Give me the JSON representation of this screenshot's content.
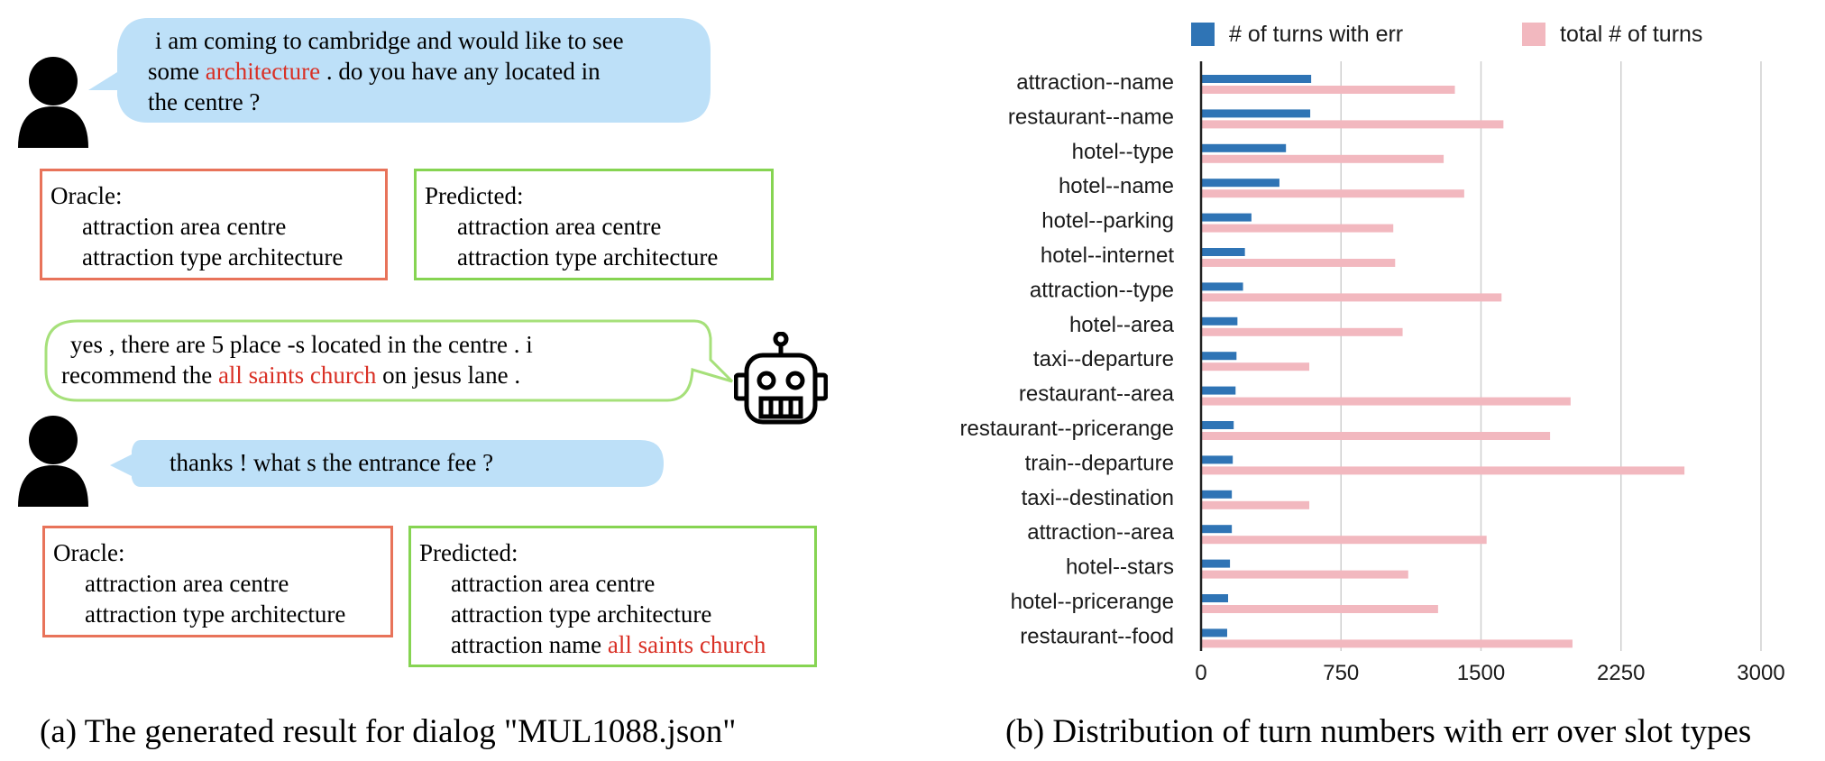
{
  "left_panel": {
    "turn1": {
      "user_text_parts": [
        "i am coming to cambridge and would like to see",
        "some ",
        "architecture",
        " . do you have any located in",
        "the centre ?"
      ],
      "oracle": {
        "title": "Oracle:",
        "lines": [
          "attraction area centre",
          "attraction type architecture"
        ]
      },
      "predicted": {
        "title": "Predicted:",
        "lines": [
          "attraction area centre",
          "attraction type architecture"
        ]
      }
    },
    "system_turn": {
      "text_parts": [
        "yes , there are 5 place -s located in the centre . i",
        "recommend the ",
        "all saints church",
        " on jesus lane ."
      ]
    },
    "turn2": {
      "user_text": "thanks ! what s the entrance fee ?",
      "oracle": {
        "title": "Oracle:",
        "lines": [
          "attraction area centre",
          "attraction type architecture"
        ]
      },
      "predicted": {
        "title": "Predicted:",
        "lines": [
          "attraction area centre",
          "attraction type architecture"
        ],
        "last_prefix": "attraction name ",
        "last_highlight": "all saints church"
      }
    },
    "caption": "(a) The generated result for dialog \"MUL1088.json\"",
    "colors": {
      "user_bubble": "#bde0f8",
      "system_bubble_border": "#a6e07a",
      "highlight": "#d93025",
      "oracle_border": "#e8735a",
      "predicted_border": "#86d452"
    }
  },
  "right_panel": {
    "caption": "(b) Distribution of turn numbers with err over slot types"
  },
  "chart_data": {
    "type": "bar",
    "orientation": "horizontal",
    "categories": [
      "attraction--name",
      "restaurant--name",
      "hotel--type",
      "hotel--name",
      "hotel--parking",
      "hotel--internet",
      "attraction--type",
      "hotel--area",
      "taxi--departure",
      "restaurant--area",
      "restaurant--pricerange",
      "train--departure",
      "taxi--destination",
      "attraction--area",
      "hotel--stars",
      "hotel--pricerange",
      "restaurant--food"
    ],
    "series": [
      {
        "name": "# of turns with err",
        "color": "#2f74b5",
        "values": [
          590,
          585,
          455,
          420,
          270,
          235,
          225,
          195,
          190,
          185,
          175,
          170,
          165,
          165,
          155,
          145,
          140
        ]
      },
      {
        "name": "total # of turns",
        "color": "#f2b8bf",
        "values": [
          1360,
          1620,
          1300,
          1410,
          1030,
          1040,
          1610,
          1080,
          580,
          1980,
          1870,
          2590,
          580,
          1530,
          1110,
          1270,
          1990
        ]
      }
    ],
    "x_ticks": [
      0,
      750,
      1500,
      2250,
      3000
    ],
    "xlim": [
      0,
      3000
    ],
    "grid": true,
    "legend": "top"
  }
}
